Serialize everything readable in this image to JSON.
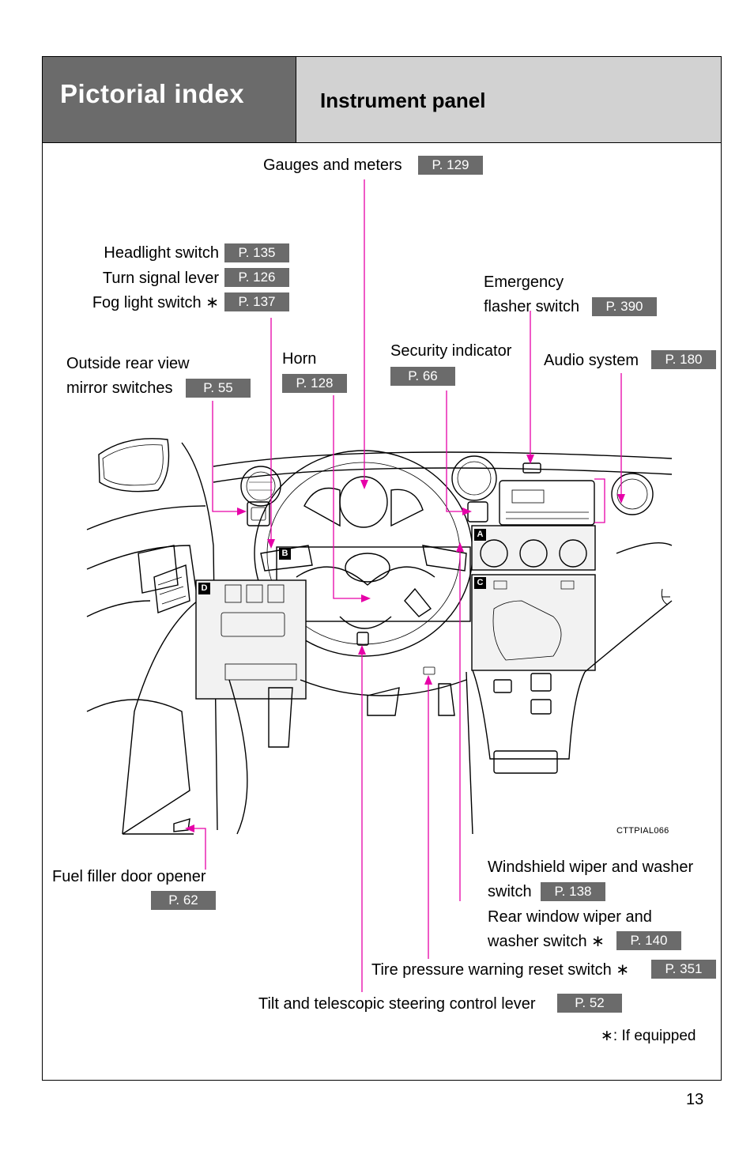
{
  "header": {
    "section_title": "Pictorial index",
    "page_title": "Instrument panel"
  },
  "labels": {
    "gauges": {
      "text": "Gauges and meters",
      "ref": "P. 129"
    },
    "headlight": {
      "text": "Headlight switch",
      "ref": "P. 135"
    },
    "turn_signal": {
      "text": "Turn signal lever",
      "ref": "P. 126"
    },
    "fog_light": {
      "text": "Fog light switch ∗",
      "ref": "P. 137"
    },
    "emergency_line1": "Emergency",
    "emergency_line2": {
      "text": "flasher switch",
      "ref": "P. 390"
    },
    "security": {
      "text": "Security indicator",
      "ref": "P. 66"
    },
    "audio": {
      "text": "Audio system",
      "ref": "P. 180"
    },
    "horn": {
      "text": "Horn",
      "ref": "P. 128"
    },
    "mirror_line1": "Outside rear view",
    "mirror_line2": {
      "text": "mirror switches",
      "ref": "P. 55"
    },
    "fuel": {
      "text": "Fuel filler door opener",
      "ref": "P. 62"
    },
    "wiper_line1": "Windshield wiper and washer",
    "wiper_line2": {
      "text": "switch",
      "ref": "P. 138"
    },
    "rear_wiper_line1": "Rear window wiper and",
    "rear_wiper_line2": {
      "text": "washer switch ∗",
      "ref": "P. 140"
    },
    "tire": {
      "text": "Tire pressure warning reset switch ∗",
      "ref": "P. 351"
    },
    "tilt": {
      "text": "Tilt and telescopic steering control lever",
      "ref": "P. 52"
    }
  },
  "footnote": "∗: If equipped",
  "figure_code": "CTTPIAL066",
  "callouts": [
    "A",
    "B",
    "C",
    "D"
  ],
  "page_number": "13",
  "colors": {
    "leader": "#e600a8",
    "ref_bg": "#6b6b6b",
    "header_dark": "#6b6b6b",
    "header_light": "#d2d2d2"
  }
}
